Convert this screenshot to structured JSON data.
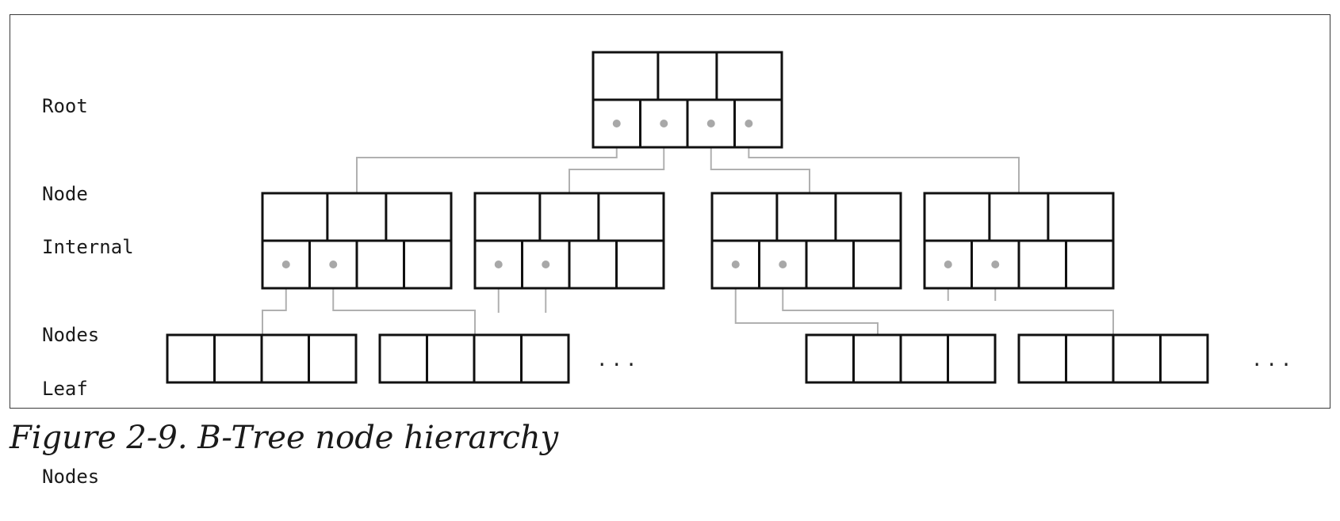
{
  "labels": {
    "root": [
      "Root",
      "Node"
    ],
    "internal": [
      "Internal",
      "Nodes"
    ],
    "leaf": [
      "Leaf",
      "Nodes"
    ]
  },
  "ellipsis": "...",
  "caption": "Figure 2-9. B-Tree node hierarchy",
  "tree": {
    "root_keys": 3,
    "root_pointers": 4,
    "internal_nodes": 4,
    "internal_keys": 3,
    "internal_pointers": 4,
    "leaf_cells": 4,
    "leaf_nodes_shown": 4
  },
  "colors": {
    "box": "#111111",
    "connector": "#b0b0b0",
    "pointer_dot": "#a8a8a8"
  }
}
